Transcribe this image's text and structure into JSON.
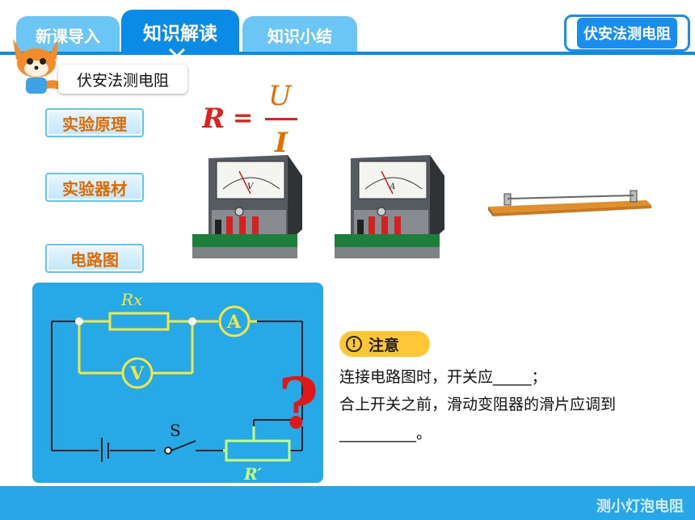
{
  "tabs": [
    {
      "label": "新课导入"
    },
    {
      "label": "知识解读"
    },
    {
      "label": "知识小结"
    }
  ],
  "badge": "伏安法测电阻",
  "title": "伏安法测电阻",
  "side_buttons": [
    "实验原理",
    "实验器材",
    "电路图"
  ],
  "formula": {
    "lhs": "R",
    "eq": "=",
    "num": "U",
    "den": "I"
  },
  "meters": {
    "voltmeter_symbol": "V",
    "ammeter_symbol": "A"
  },
  "circuit": {
    "rx": "Rx",
    "ammeter": "A",
    "voltmeter": "V",
    "switch": "S",
    "rheostat": "R′",
    "question": "?"
  },
  "note": {
    "title": "注意",
    "line1": "连接电路图时，开关应_____；",
    "line2": "合上开关之前，滑动变阻器的滑片应调到",
    "line3": "__________。"
  },
  "footer": "测小灯泡电阻",
  "colors": {
    "primary": "#0a8be6",
    "accent": "#e06900",
    "note": "#ffc733"
  }
}
